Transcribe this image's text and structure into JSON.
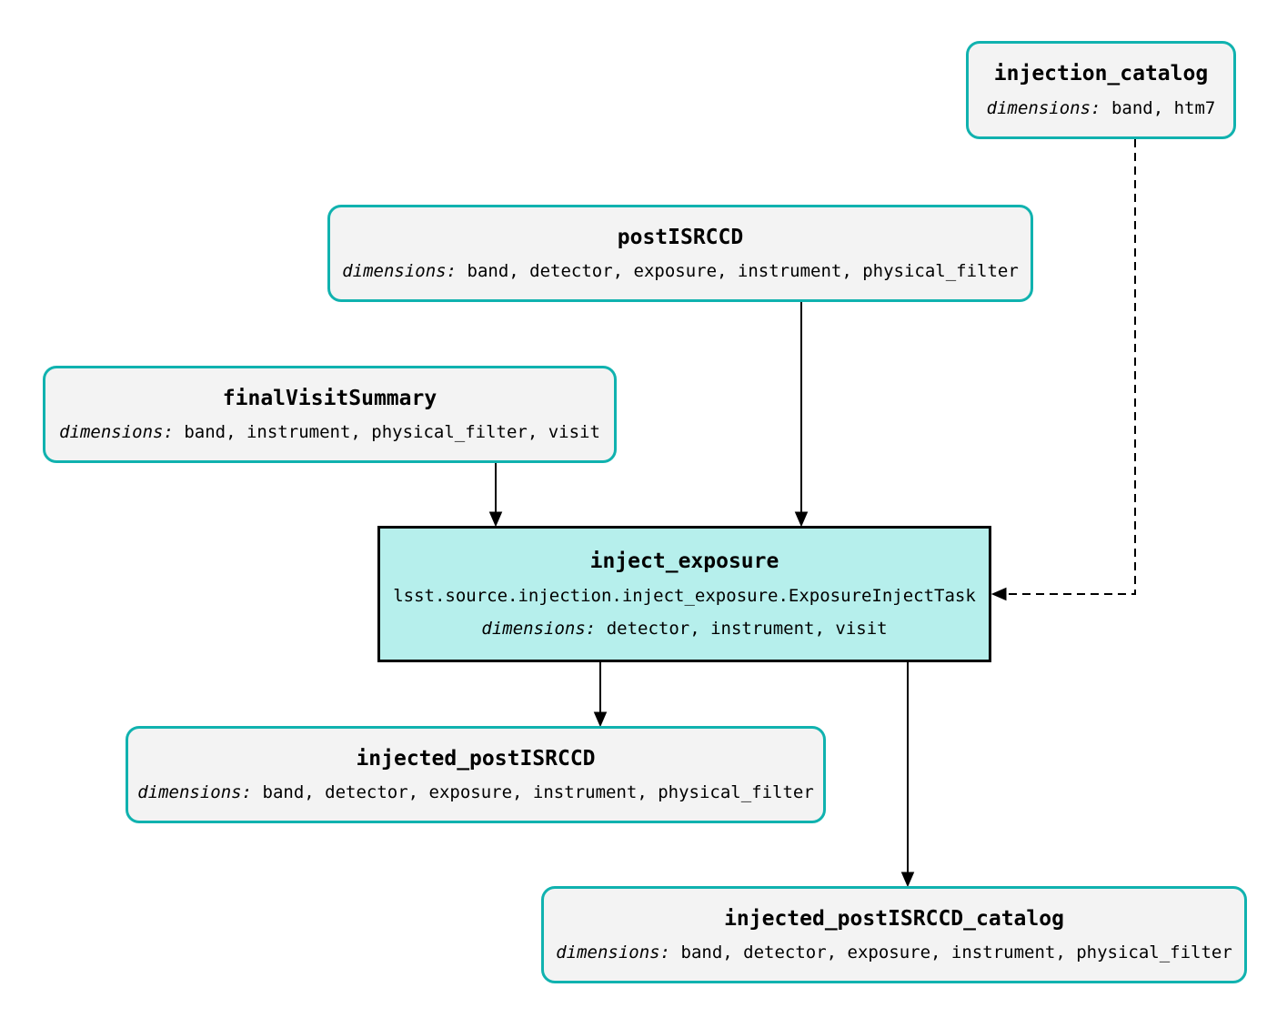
{
  "diagram": {
    "type": "pipeline-graph",
    "colors": {
      "dataset_border": "#10b2af",
      "dataset_fill": "#f3f3f3",
      "task_border": "#000000",
      "task_fill": "#b6efec",
      "edge": "#000000",
      "background": "#ffffff",
      "text": "#000000"
    },
    "nodes": {
      "injection_catalog": {
        "title": "injection_catalog",
        "dimensions_label": "dimensions:",
        "dimensions": "band, htm7"
      },
      "postISRCCD": {
        "title": "postISRCCD",
        "dimensions_label": "dimensions:",
        "dimensions": "band, detector, exposure, instrument, physical_filter"
      },
      "finalVisitSummary": {
        "title": "finalVisitSummary",
        "dimensions_label": "dimensions:",
        "dimensions": "band, instrument, physical_filter, visit"
      },
      "inject_exposure": {
        "title": "inject_exposure",
        "task_class": "lsst.source.injection.inject_exposure.ExposureInjectTask",
        "dimensions_label": "dimensions:",
        "dimensions": "detector, instrument, visit"
      },
      "injected_postISRCCD": {
        "title": "injected_postISRCCD",
        "dimensions_label": "dimensions:",
        "dimensions": "band, detector, exposure, instrument, physical_filter"
      },
      "injected_postISRCCD_catalog": {
        "title": "injected_postISRCCD_catalog",
        "dimensions_label": "dimensions:",
        "dimensions": "band, detector, exposure, instrument, physical_filter"
      }
    },
    "edges": [
      {
        "from": "postISRCCD",
        "to": "inject_exposure",
        "style": "solid"
      },
      {
        "from": "finalVisitSummary",
        "to": "inject_exposure",
        "style": "solid"
      },
      {
        "from": "injection_catalog",
        "to": "inject_exposure",
        "style": "dashed"
      },
      {
        "from": "inject_exposure",
        "to": "injected_postISRCCD",
        "style": "solid"
      },
      {
        "from": "inject_exposure",
        "to": "injected_postISRCCD_catalog",
        "style": "solid"
      }
    ]
  }
}
